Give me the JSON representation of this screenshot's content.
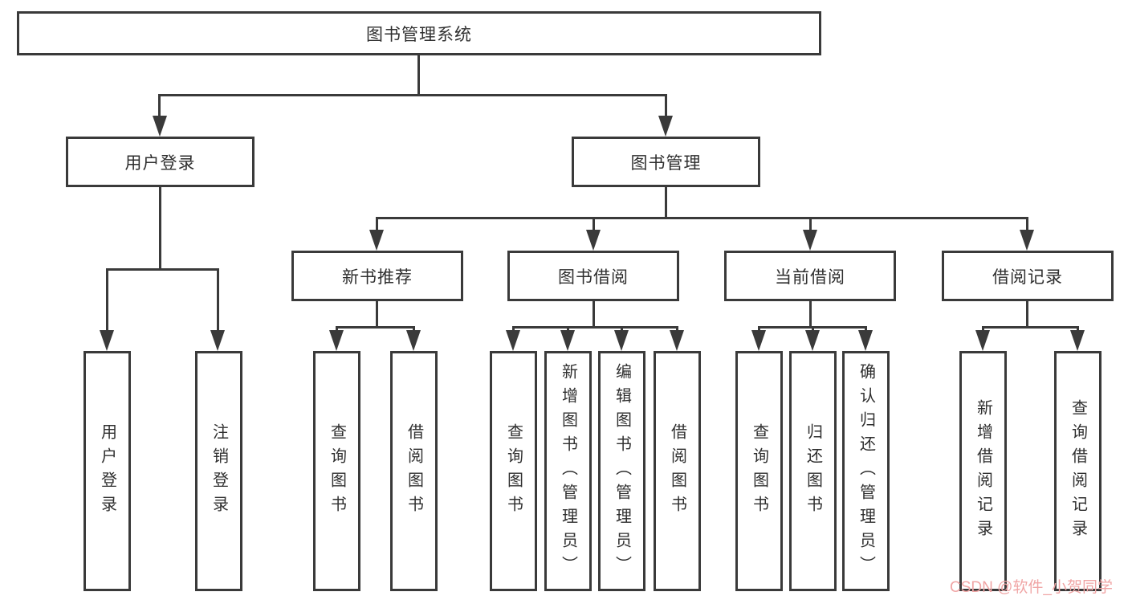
{
  "colors": {
    "line": "#3a3a3a",
    "text": "#2f2f2f",
    "box_background": "#ffffff",
    "page_background": "#ffffff",
    "watermark": "#f0a5a5"
  },
  "nodes": {
    "root": "图书管理系统",
    "user_login": "用户登录",
    "book_mgmt": "图书管理",
    "new_book_rec": "新书推荐",
    "book_borrow": "图书借阅",
    "current_borrow": "当前借阅",
    "borrow_records": "借阅记录",
    "leaf_user_login": "用户登录",
    "leaf_logout": "注销登录",
    "leaf_query_books_rec": "查询图书",
    "leaf_borrow_books_rec": "借阅图书",
    "leaf_query_books_borrow": "查询图书",
    "leaf_add_books_admin": "新增图书（管理员）",
    "leaf_edit_books_admin": "编辑图书（管理员）",
    "leaf_borrow_books_borrow": "借阅图书",
    "leaf_query_books_current": "查询图书",
    "leaf_return_books": "归还图书",
    "leaf_confirm_return_admin": "确认归还（管理员）",
    "leaf_add_borrow_record": "新增借阅记录",
    "leaf_query_borrow_record": "查询借阅记录"
  },
  "watermark": "CSDN @软件_小贺同学"
}
